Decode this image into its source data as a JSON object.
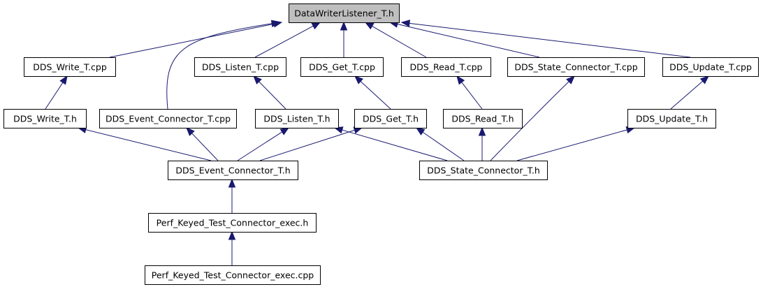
{
  "diagram": {
    "kind": "include-dependency-graph",
    "colors": {
      "edge": "#191970",
      "root_fill": "#bfbfbf",
      "node_fill": "#ffffff",
      "node_border": "#000000"
    },
    "nodes": [
      {
        "id": "root",
        "label": "DataWriterListener_T.h"
      },
      {
        "id": "write_cpp",
        "label": "DDS_Write_T.cpp"
      },
      {
        "id": "listen_cpp",
        "label": "DDS_Listen_T.cpp"
      },
      {
        "id": "get_cpp",
        "label": "DDS_Get_T.cpp"
      },
      {
        "id": "read_cpp",
        "label": "DDS_Read_T.cpp"
      },
      {
        "id": "state_cpp",
        "label": "DDS_State_Connector_T.cpp"
      },
      {
        "id": "update_cpp",
        "label": "DDS_Update_T.cpp"
      },
      {
        "id": "write_h",
        "label": "DDS_Write_T.h"
      },
      {
        "id": "event_cpp",
        "label": "DDS_Event_Connector_T.cpp"
      },
      {
        "id": "listen_h",
        "label": "DDS_Listen_T.h"
      },
      {
        "id": "get_h",
        "label": "DDS_Get_T.h"
      },
      {
        "id": "read_h",
        "label": "DDS_Read_T.h"
      },
      {
        "id": "update_h",
        "label": "DDS_Update_T.h"
      },
      {
        "id": "event_h",
        "label": "DDS_Event_Connector_T.h"
      },
      {
        "id": "state_h",
        "label": "DDS_State_Connector_T.h"
      },
      {
        "id": "perf_h",
        "label": "Perf_Keyed_Test_Connector_exec.h"
      },
      {
        "id": "perf_cpp",
        "label": "Perf_Keyed_Test_Connector_exec.cpp"
      }
    ],
    "edges": [
      {
        "from": "write_cpp",
        "to": "root"
      },
      {
        "from": "event_cpp",
        "to": "root"
      },
      {
        "from": "listen_cpp",
        "to": "root"
      },
      {
        "from": "get_cpp",
        "to": "root"
      },
      {
        "from": "read_cpp",
        "to": "root"
      },
      {
        "from": "state_cpp",
        "to": "root"
      },
      {
        "from": "update_cpp",
        "to": "root"
      },
      {
        "from": "write_h",
        "to": "write_cpp"
      },
      {
        "from": "listen_h",
        "to": "listen_cpp"
      },
      {
        "from": "get_h",
        "to": "get_cpp"
      },
      {
        "from": "read_h",
        "to": "read_cpp"
      },
      {
        "from": "update_h",
        "to": "update_cpp"
      },
      {
        "from": "event_h",
        "to": "write_h"
      },
      {
        "from": "event_h",
        "to": "event_cpp"
      },
      {
        "from": "event_h",
        "to": "listen_h"
      },
      {
        "from": "event_h",
        "to": "get_h"
      },
      {
        "from": "state_h",
        "to": "listen_h"
      },
      {
        "from": "state_h",
        "to": "get_h"
      },
      {
        "from": "state_h",
        "to": "read_h"
      },
      {
        "from": "state_h",
        "to": "state_cpp"
      },
      {
        "from": "state_h",
        "to": "update_h"
      },
      {
        "from": "perf_h",
        "to": "event_h"
      },
      {
        "from": "perf_cpp",
        "to": "perf_h"
      }
    ]
  }
}
